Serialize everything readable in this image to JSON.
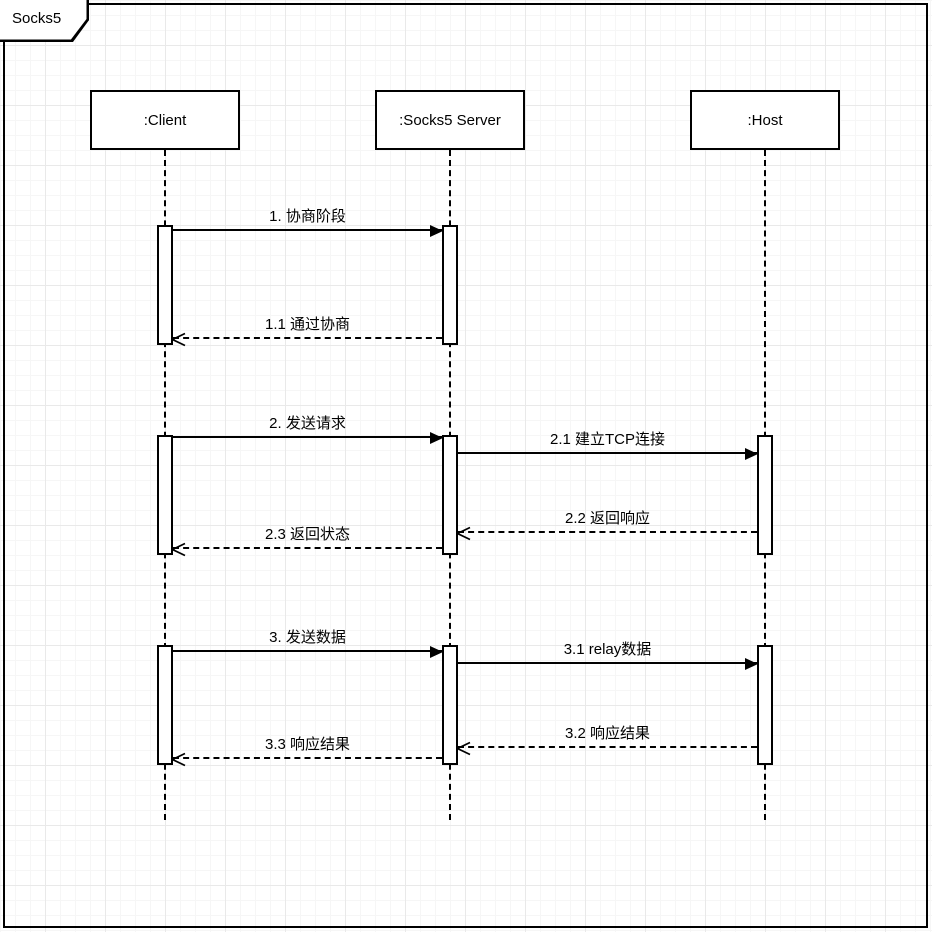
{
  "frame": {
    "title": "Socks5"
  },
  "actors": [
    {
      "name": ":Client"
    },
    {
      "name": ":Socks5 Server"
    },
    {
      "name": ":Host"
    }
  ],
  "messages": [
    {
      "id": "1",
      "label": "1. 协商阶段",
      "from": ":Client",
      "to": ":Socks5 Server",
      "line": "solid",
      "arrow": "filled"
    },
    {
      "id": "1.1",
      "label": "1.1 通过协商",
      "from": ":Socks5 Server",
      "to": ":Client",
      "line": "dashed",
      "arrow": "open"
    },
    {
      "id": "2",
      "label": "2. 发送请求",
      "from": ":Client",
      "to": ":Socks5 Server",
      "line": "solid",
      "arrow": "filled"
    },
    {
      "id": "2.1",
      "label": "2.1 建立TCP连接",
      "from": ":Socks5 Server",
      "to": ":Host",
      "line": "solid",
      "arrow": "filled"
    },
    {
      "id": "2.2",
      "label": "2.2 返回响应",
      "from": ":Host",
      "to": ":Socks5 Server",
      "line": "dashed",
      "arrow": "open"
    },
    {
      "id": "2.3",
      "label": "2.3 返回状态",
      "from": ":Socks5 Server",
      "to": ":Client",
      "line": "dashed",
      "arrow": "open"
    },
    {
      "id": "3",
      "label": "3. 发送数据",
      "from": ":Client",
      "to": ":Socks5 Server",
      "line": "solid",
      "arrow": "filled"
    },
    {
      "id": "3.1",
      "label": "3.1 relay数据",
      "from": ":Socks5 Server",
      "to": ":Host",
      "line": "solid",
      "arrow": "filled"
    },
    {
      "id": "3.2",
      "label": "3.2 响应结果",
      "from": ":Host",
      "to": ":Socks5 Server",
      "line": "dashed",
      "arrow": "open"
    },
    {
      "id": "3.3",
      "label": "3.3 响应结果",
      "from": ":Socks5 Server",
      "to": ":Client",
      "line": "dashed",
      "arrow": "open"
    }
  ],
  "colors": {
    "stroke": "#000000",
    "shape_fill": "#ffffff",
    "background": "#ffffff",
    "grid_minor": "#f6f6f6",
    "grid_major": "#e9e9e9"
  }
}
